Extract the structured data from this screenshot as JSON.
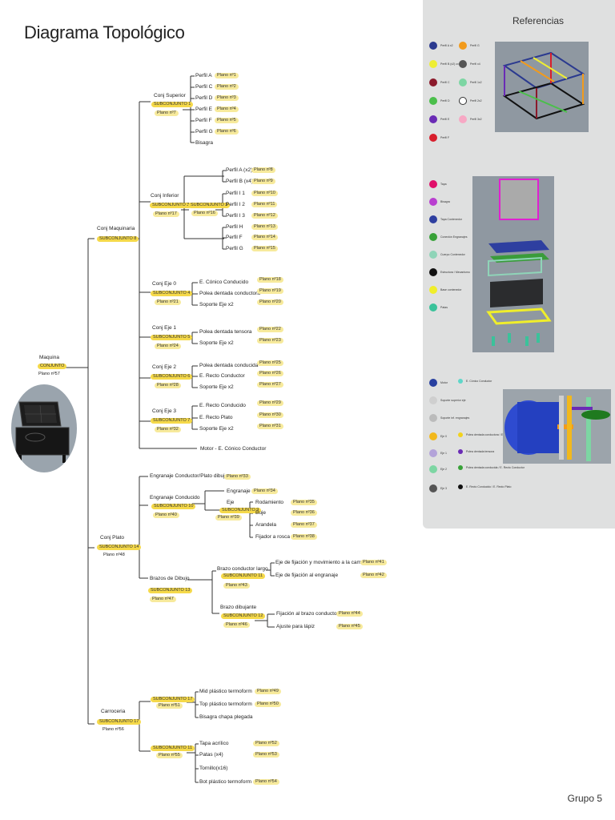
{
  "title": "Diagrama Topológico",
  "footer": "Grupo 5",
  "legend_title": "Referencias",
  "root": {
    "name": "Maquina",
    "tag": "CONJUNTO",
    "plano": "Plano nº57"
  },
  "maquinaria": {
    "name": "Conj Maquinaria",
    "tag": "SUBCONJUNTO 8"
  },
  "superior": {
    "name": "Conj Superior",
    "tag": "SUBCONJUNTO 1",
    "plano": "Plano nº7",
    "items": [
      {
        "label": "Perfil A",
        "plano": "Plano nº1"
      },
      {
        "label": "Perfil C",
        "plano": "Plano nº2"
      },
      {
        "label": "Perfil D",
        "plano": "Plano nº3"
      },
      {
        "label": "Perfil E",
        "plano": "Plano nº4"
      },
      {
        "label": "Perfil F",
        "plano": "Plano nº5"
      },
      {
        "label": "Perfil G",
        "plano": "Plano nº6"
      },
      {
        "label": "Bisagra",
        "plano": ""
      }
    ]
  },
  "inferior": {
    "name": "Conj Inferior",
    "tag": "SUBCONJUNTO 3",
    "plano": "Plano nº17",
    "sub": {
      "tag": "SUBCONJUNTO 2",
      "plano": "Plano nº16"
    },
    "items": [
      {
        "label": "Perfil A (x2)",
        "plano": "Plano nº8"
      },
      {
        "label": "Perfil B (x4)",
        "plano": "Plano nº9"
      },
      {
        "label": "Perfil I 1",
        "plano": "Plano nº10"
      },
      {
        "label": "Perfil I 2",
        "plano": "Plano nº11"
      },
      {
        "label": "Perfil I 3",
        "plano": "Plano nº12"
      },
      {
        "label": "Perfil H",
        "plano": "Plano nº13"
      },
      {
        "label": "Perfil F",
        "plano": "Plano nº14"
      },
      {
        "label": "Perfil G",
        "plano": "Plano nº15"
      }
    ]
  },
  "eje0": {
    "name": "Conj Eje 0",
    "tag": "SUBCONJUNTO 4",
    "plano": "Plano nº21",
    "items": [
      {
        "label": "E. Cónico Conducido",
        "plano": "Plano nº18"
      },
      {
        "label": "Polea dentada conductora",
        "plano": "Plano nº19"
      },
      {
        "label": "Soporte Eje x2",
        "plano": "Plano nº20"
      }
    ]
  },
  "eje1": {
    "name": "Conj Eje 1",
    "tag": "SUBCONJUNTO 5",
    "plano": "Plano nº24",
    "items": [
      {
        "label": "Polea dentada tensora",
        "plano": "Plano nº22"
      },
      {
        "label": "Soporte Eje x2",
        "plano": "Plano nº23"
      }
    ]
  },
  "eje2": {
    "name": "Conj Eje 2",
    "tag": "SUBCONJUNTO 6",
    "plano": "Plano nº28",
    "items": [
      {
        "label": "Polea dentada conducida",
        "plano": "Plano nº25"
      },
      {
        "label": "E. Recto Conductor",
        "plano": "Plano nº26"
      },
      {
        "label": "Soporte Eje x2",
        "plano": "Plano nº27"
      }
    ]
  },
  "eje3": {
    "name": "Conj Eje 3",
    "tag": "SUBCONJUNTO 7",
    "plano": "Plano nº32",
    "items": [
      {
        "label": "E. Recto Conducido",
        "plano": "Plano nº29"
      },
      {
        "label": "E. Recto Plato",
        "plano": "Plano nº30"
      },
      {
        "label": "Soporte Eje x2",
        "plano": "Plano nº31"
      }
    ]
  },
  "motor": "Motor - E. Cónico Conductor",
  "plato": {
    "name": "Conj Plato",
    "tag": "SUBCONJUNTO 14",
    "plano": "Plano nº48"
  },
  "engranaje_conductor": {
    "label": "Engranaje Conductor/Plato dibujo",
    "plano": "Plano nº33"
  },
  "engranaje_conducido": {
    "name": "Engranaje Conducido",
    "tag": "SUBCONJUNTO 10",
    "plano": "Plano nº40",
    "engranaje": {
      "label": "Engranaje",
      "plano": "Plano nº34"
    },
    "eje": {
      "name": "Eje",
      "tag": "SUBCONJUNTO 9",
      "plano": "Plano nº39",
      "items": [
        {
          "label": "Rodamiento",
          "plano": "Plano nº35"
        },
        {
          "label": "Buje",
          "plano": "Plano nº36"
        },
        {
          "label": "Arandela",
          "plano": "Plano nº37"
        },
        {
          "label": "Fijador a rosca",
          "plano": "Plano nº38"
        }
      ]
    }
  },
  "brazos": {
    "name": "Brazos de Dibujo",
    "tag": "SUBCONJUNTO 13",
    "plano": "Plano nº47",
    "largo": {
      "name": "Brazo conductor largo",
      "tag": "SUBCONJUNTO 11",
      "plano": "Plano nº43",
      "items": [
        {
          "label": "Eje de fijación y movimiento a la cama",
          "plano": "Plano nº41"
        },
        {
          "label": "Eje de fijación al engranaje",
          "plano": "Plano nº42"
        }
      ]
    },
    "dibujante": {
      "name": "Brazo dibujante",
      "tag": "SUBCONJUNTO 12",
      "plano": "Plano nº46",
      "items": [
        {
          "label": "Fijación al brazo conductor",
          "plano": "Plano nº44"
        },
        {
          "label": "Ajuste para lápiz",
          "plano": "Plano nº45"
        }
      ]
    }
  },
  "carroceria": {
    "name": "Carroceria",
    "tag": "SUBCONJUNTO 17",
    "plano": "Plano nº56"
  },
  "c17": {
    "tag": "SUBCONJUNTO 17",
    "plano": "Plano nº51",
    "items": [
      {
        "label": "Mid plástico termoform",
        "plano": "Plano nº49"
      },
      {
        "label": "Top plástico termoform",
        "plano": "Plano nº50"
      },
      {
        "label": "Bisagra chapa plegada",
        "plano": ""
      }
    ]
  },
  "c11": {
    "tag": "SUBCONJUNTO 11",
    "plano": "Plano nº55",
    "items": [
      {
        "label": "Tapa acrílico",
        "plano": "Plano nº52"
      },
      {
        "label": "Patas (x4)",
        "plano": "Plano nº53"
      },
      {
        "label": "Tornillo(x16)",
        "plano": ""
      },
      {
        "label": "Bot plástico termoform",
        "plano": "Plano nº54"
      }
    ]
  },
  "legend1": [
    {
      "label": "Perfil A x2",
      "color": "#2b3a8f"
    },
    {
      "label": "Perfil B (x2) cx",
      "color": "#eeee33"
    },
    {
      "label": "Perfil C",
      "color": "#8b1a2b"
    },
    {
      "label": "Perfil D",
      "color": "#4bbf4b"
    },
    {
      "label": "Perfil E",
      "color": "#6a2bb5"
    },
    {
      "label": "Perfil F",
      "color": "#d81e2c"
    },
    {
      "label": "Perfil G",
      "color": "#f29b1c"
    },
    {
      "label": "Perfil x4",
      "color": "#555555"
    },
    {
      "label": "Perfil 1x2",
      "color": "#7dd6a3"
    },
    {
      "label": "Perfil 2x2",
      "color": "#ffffff"
    },
    {
      "label": "Perfil 3x2",
      "color": "#f7a8c4"
    }
  ],
  "legend2": [
    {
      "label": "Tapa",
      "color": "#e0106a"
    },
    {
      "label": "Bisagra",
      "color": "#b93fd0"
    },
    {
      "label": "Tapa Contenedor",
      "color": "#2e3fa0"
    },
    {
      "label": "Conexión Engranajes",
      "color": "#38a138"
    },
    {
      "label": "Cuerpo Contenedor",
      "color": "#8fd4b8"
    },
    {
      "label": "Estructura / Mecanismo",
      "color": "#111111"
    },
    {
      "label": "Base contenedor",
      "color": "#f0ee2a"
    },
    {
      "label": "Patas",
      "color": "#3ac29a"
    }
  ],
  "legend3": [
    {
      "label": "Motor",
      "color": "#2840a0",
      "extra": "E. Cónico Conductor",
      "extra_color": "#5fd6c9"
    },
    {
      "label": "Soporte superior eje",
      "color": "#cfcfcf"
    },
    {
      "label": "Soporte inf. engranajes",
      "color": "#bbbbbb"
    },
    {
      "label": "Eje 0",
      "color": "#f2b81c",
      "extra": "Polea dentada conductora / E. Cónico Conducido",
      "extra_color": "#f2d21c"
    },
    {
      "label": "Eje 1",
      "color": "#b3a3d9",
      "extra": "Polea dentada tensora",
      "extra_color": "#6a2bb5"
    },
    {
      "label": "Eje 2",
      "color": "#7dd6a3",
      "extra": "Polea dentada conducida / E. Recto Conductor",
      "extra_color": "#38a138"
    },
    {
      "label": "Eje 3",
      "color": "#555555",
      "extra": "E. Recto Conducido / E. Recto Plato",
      "extra_color": "#111111"
    }
  ]
}
